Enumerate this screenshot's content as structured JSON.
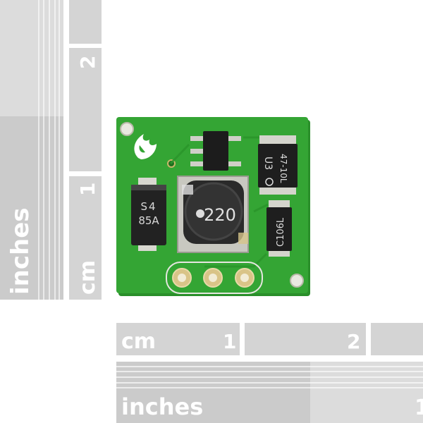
{
  "rulers": {
    "vertical": {
      "unit_cm": "cm",
      "unit_inches": "inches",
      "mark_1": "1",
      "mark_2": "2"
    },
    "horizontal": {
      "unit_cm": "cm",
      "unit_inches": "inches",
      "mark_1": "1",
      "mark_2": "2",
      "mark_inch_1": "1"
    }
  },
  "board": {
    "diode_marking_line1": "S4",
    "diode_marking_line2": "85A",
    "inductor_marking": "220",
    "regulator_marking_line1": "U3",
    "regulator_marking_line2": "47-10L",
    "capacitor_marking": "C106L"
  },
  "colors": {
    "pcb_green": "#2e9e2e",
    "ruler_gray": "#cfcfcf",
    "ruler_label": "#ffffff"
  }
}
